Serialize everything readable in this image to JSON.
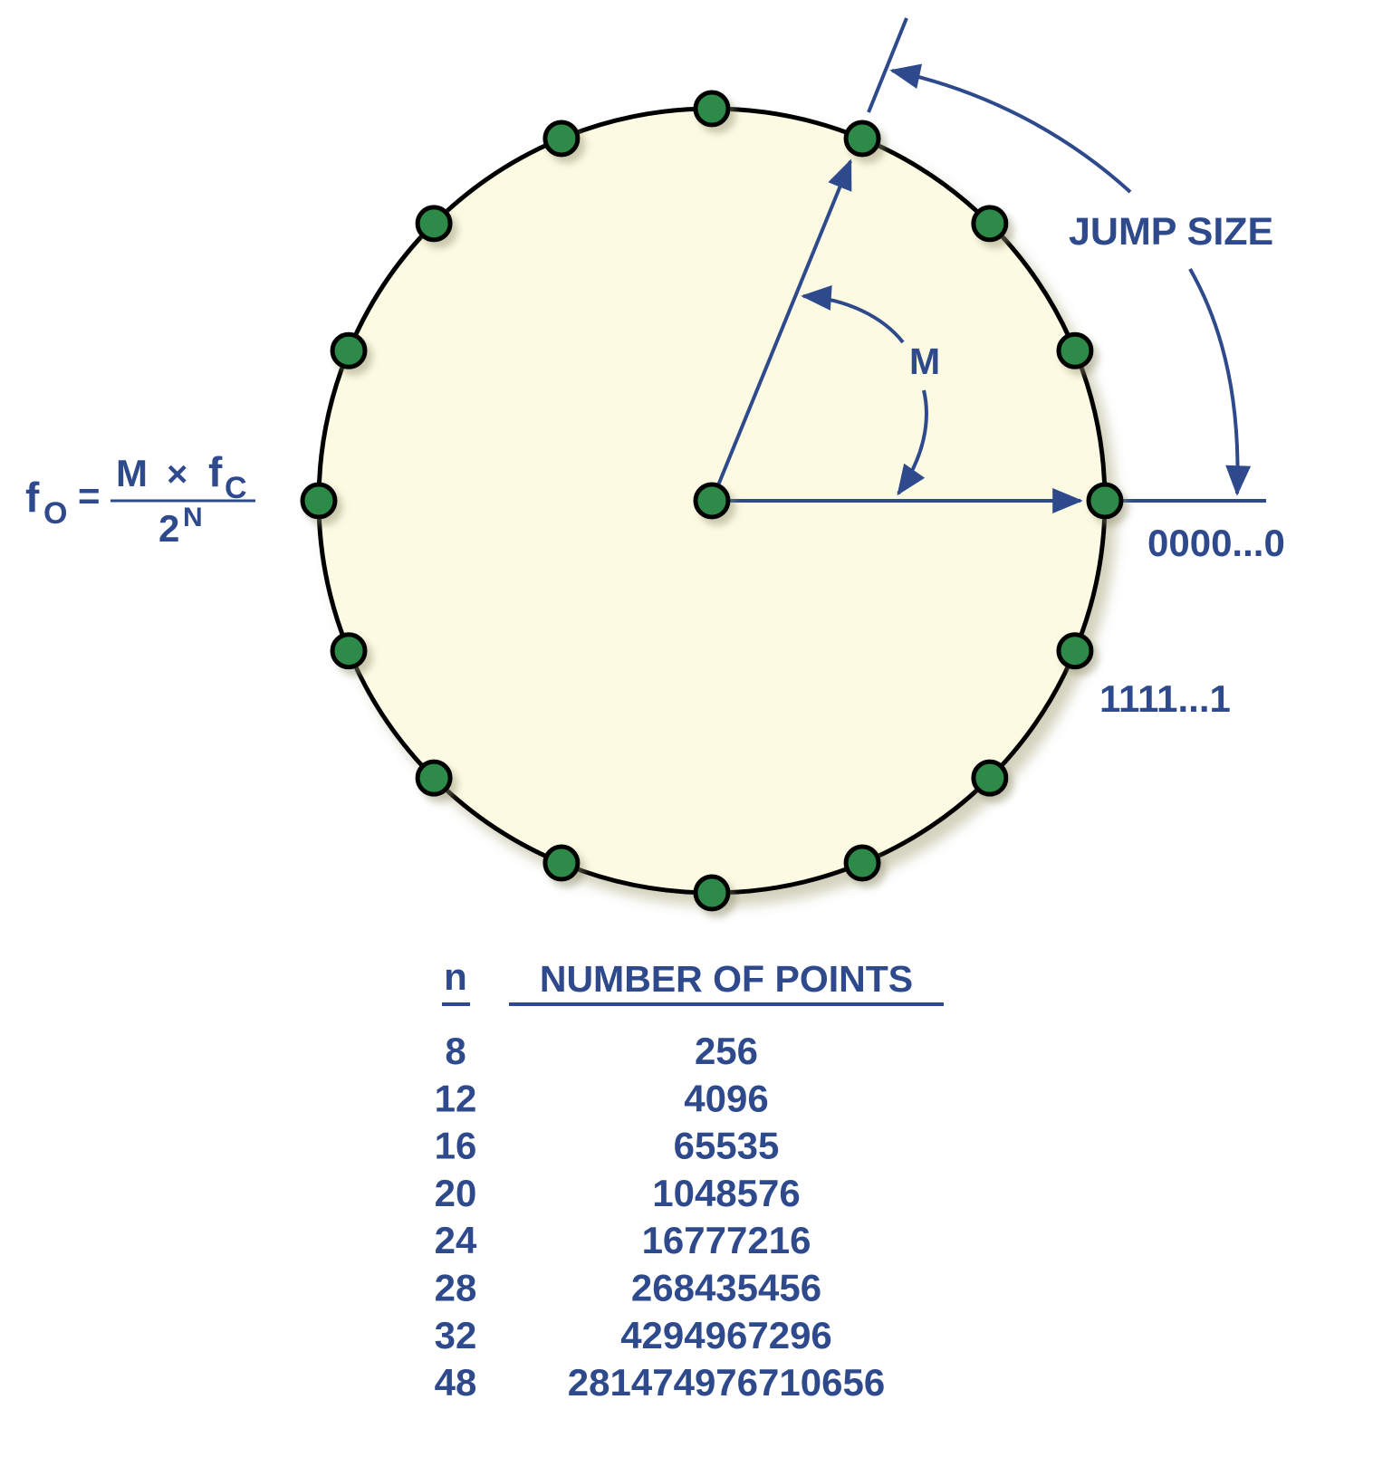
{
  "diagram": {
    "jump_size_label": "JUMP SIZE",
    "m_label": "M",
    "zero_label": "0000...0",
    "ones_label": "1111...1",
    "formula": {
      "f": "f",
      "o_sub": "O",
      "equals": "=",
      "numerator_m": "M",
      "times": "×",
      "fc_f": "f",
      "fc_sub": "C",
      "denominator_base": "2",
      "denominator_exp": "N"
    },
    "point_count": 16,
    "colors": {
      "accent": "#2e4a8c",
      "circle_fill": "#fdfae3",
      "circle_stroke": "#000000",
      "point_fill": "#2f8a4a"
    }
  },
  "table": {
    "col_n_header": "n",
    "col_points_header": "NUMBER OF POINTS",
    "rows": [
      {
        "n": "8",
        "points": "256"
      },
      {
        "n": "12",
        "points": "4096"
      },
      {
        "n": "16",
        "points": "65535"
      },
      {
        "n": "20",
        "points": "1048576"
      },
      {
        "n": "24",
        "points": "16777216"
      },
      {
        "n": "28",
        "points": "268435456"
      },
      {
        "n": "32",
        "points": "4294967296"
      },
      {
        "n": "48",
        "points": "281474976710656"
      }
    ]
  }
}
